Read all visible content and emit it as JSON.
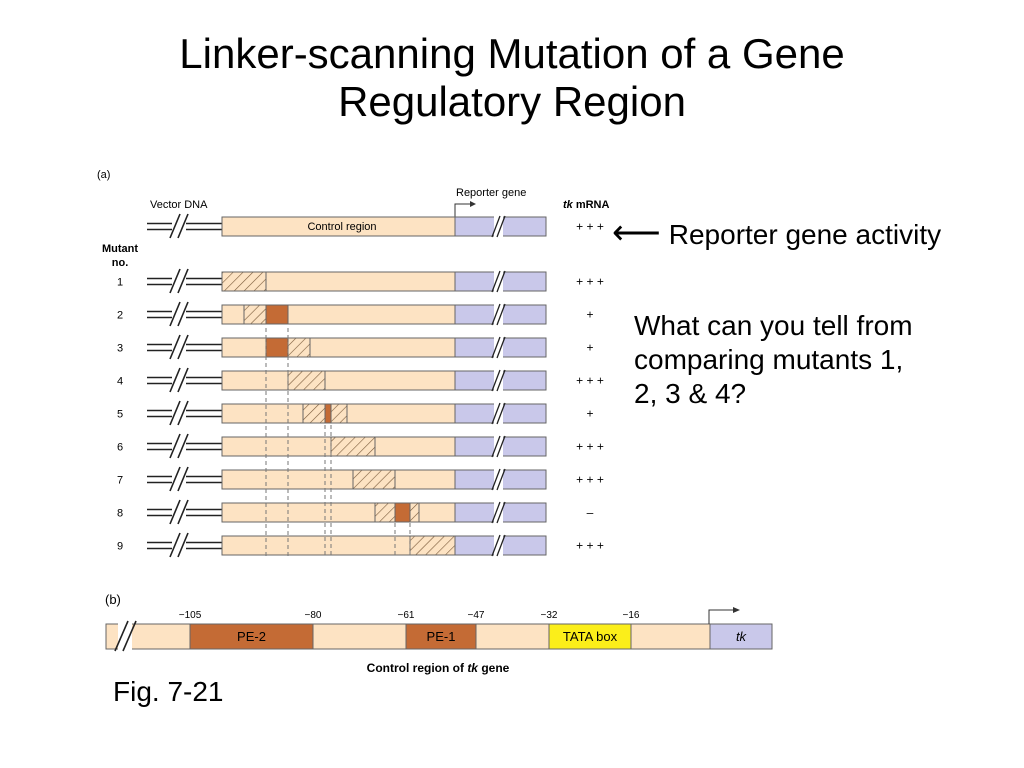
{
  "title": {
    "line1": "Linker-scanning Mutation of a Gene",
    "line2": "Regulatory Region"
  },
  "panel_a": {
    "label": "(a)",
    "vector_dna_label": "Vector DNA",
    "reporter_gene_label": "Reporter gene",
    "tk_mrna_label": {
      "italic": "tk",
      "rest": " mRNA"
    },
    "control_region_label": "Control region",
    "control_activity": "+ + +",
    "mutant_header": {
      "line1": "Mutant",
      "line2": "no."
    },
    "mutants": [
      {
        "no": "1",
        "activity": "+ + +"
      },
      {
        "no": "2",
        "activity": "+"
      },
      {
        "no": "3",
        "activity": "+"
      },
      {
        "no": "4",
        "activity": "+ + +"
      },
      {
        "no": "5",
        "activity": "+"
      },
      {
        "no": "6",
        "activity": "+ + +"
      },
      {
        "no": "7",
        "activity": "+ + +"
      },
      {
        "no": "8",
        "activity": "–"
      },
      {
        "no": "9",
        "activity": "+ + +"
      }
    ]
  },
  "panel_b": {
    "label": "(b)",
    "positions": [
      "−105",
      "−80",
      "−61",
      "−47",
      "−32",
      "−16"
    ],
    "segments": {
      "pe2": "PE-2",
      "pe1": "PE-1",
      "tata": "TATA box",
      "tk": "tk"
    },
    "caption": {
      "prefix": "Control region of ",
      "italic": "tk",
      "suffix": " gene"
    }
  },
  "annotations": {
    "reporter_activity": "Reporter gene activity",
    "question": {
      "line1": "What can you tell from",
      "line2": "comparing mutants 1,",
      "line3": "2, 3 & 4?"
    }
  },
  "figure_ref": "Fig. 7-21",
  "colors": {
    "control_fill": "#fde3c3",
    "reporter_fill": "#c9c8ea",
    "mutation_fill": "#c46b35",
    "tata_fill": "#fbee1a",
    "outline": "#666666"
  }
}
